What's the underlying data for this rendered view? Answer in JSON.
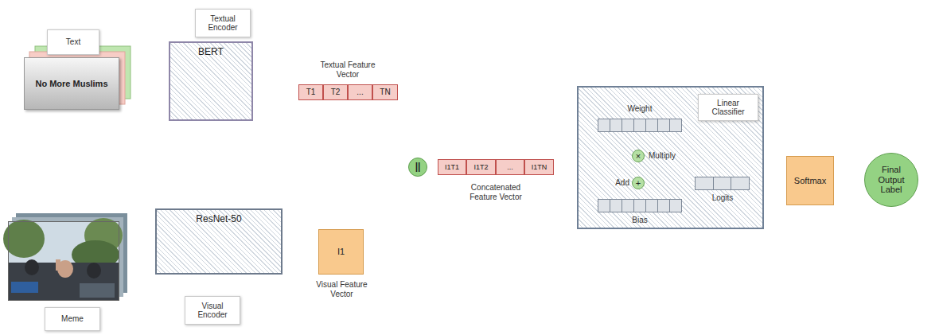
{
  "diagram": {
    "nodes": [
      {
        "text": [
          "Text",
          "No More Muslims"
        ]
      },
      {
        "text": [
          "Textual Encoder",
          "BERT"
        ]
      },
      {
        "text": [
          "Textual Feature Vector"
        ]
      },
      {
        "text": [
          "T1"
        ],
        "in": 2
      },
      {
        "text": [
          "T2"
        ],
        "in": 2
      },
      {
        "text": [
          "..."
        ],
        "in": 2
      },
      {
        "text": [
          "TN"
        ],
        "in": 2
      },
      {
        "text": [
          "Meme"
        ]
      },
      {
        "text": [
          "ResNet-50",
          "Visual Encoder"
        ]
      },
      {
        "text": [
          "I1",
          "Visual Feature Vector"
        ]
      },
      {
        "text": [
          "||"
        ]
      },
      {
        "text": [
          "Concatenated Feature Vector"
        ]
      },
      {
        "text": [
          "I1T1"
        ],
        "in": 11
      },
      {
        "text": [
          "I1T2"
        ],
        "in": 11
      },
      {
        "text": [
          "..."
        ],
        "in": 11
      },
      {
        "text": [
          "I1TN"
        ],
        "in": 11
      },
      {
        "text": [
          "Linear Classifier"
        ]
      },
      {
        "text": [
          "Weight"
        ],
        "in": 16
      },
      {
        "text": [
          "×",
          "Multiply"
        ],
        "in": 16
      },
      {
        "text": [
          "+",
          "Add"
        ],
        "in": 16
      },
      {
        "text": [
          "Bias"
        ],
        "in": 16
      },
      {
        "text": [
          "Logits"
        ],
        "in": 16
      },
      {
        "text": [
          "Softmax"
        ]
      },
      {
        "text": [
          "Final Output Label"
        ]
      }
    ],
    "edges": [
      {
        "from": 0,
        "to": 1,
        "arrow": "to"
      },
      {
        "from": 1,
        "to": 2,
        "arrow": "to"
      },
      {
        "from": 7,
        "to": 8,
        "arrow": "to"
      },
      {
        "from": 8,
        "to": 9,
        "arrow": "to"
      },
      {
        "from": 2,
        "to": 10,
        "arrow": "to"
      },
      {
        "from": 9,
        "to": 10,
        "arrow": "to"
      },
      {
        "from": 10,
        "to": 11,
        "arrow": "to"
      },
      {
        "from": 11,
        "to": 16,
        "arrow": "to"
      },
      {
        "from": 17,
        "to": 18,
        "arrow": "to"
      },
      {
        "from": 18,
        "to": 19,
        "arrow": "to"
      },
      {
        "from": 20,
        "to": 19,
        "arrow": "to"
      },
      {
        "from": 19,
        "to": 21,
        "arrow": "to"
      },
      {
        "from": 16,
        "to": 22,
        "arrow": "to"
      },
      {
        "from": 22,
        "to": 23,
        "arrow": "to"
      }
    ],
    "labels": [
      "NO MORE MUSLIMS"
    ]
  }
}
